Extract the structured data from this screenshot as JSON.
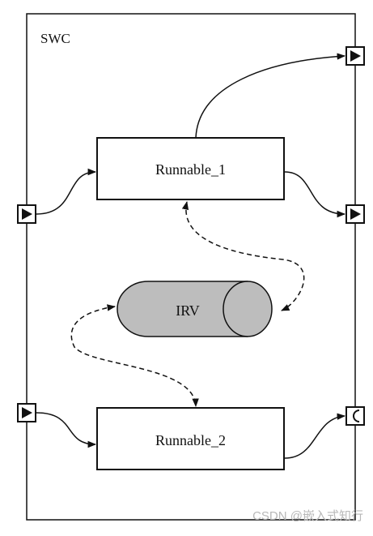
{
  "component": {
    "label": "SWC"
  },
  "runnables": [
    {
      "label": "Runnable_1"
    },
    {
      "label": "Runnable_2"
    }
  ],
  "irv": {
    "label": "IRV"
  },
  "ports": [
    {
      "kind": "provider",
      "side": "right",
      "icon": "triangle-right-icon"
    },
    {
      "kind": "receiver",
      "side": "left",
      "icon": "triangle-right-icon"
    },
    {
      "kind": "provider",
      "side": "right",
      "icon": "triangle-right-icon"
    },
    {
      "kind": "receiver",
      "side": "left",
      "icon": "triangle-right-icon"
    },
    {
      "kind": "client",
      "side": "right",
      "icon": "half-circle-icon"
    }
  ],
  "watermark": {
    "text": "CSDN @嵌入式知行"
  },
  "colors": {
    "stroke": "#111111",
    "irv_fill": "#bdbdbd",
    "background": "#ffffff",
    "watermark": "#b8b8b8"
  }
}
